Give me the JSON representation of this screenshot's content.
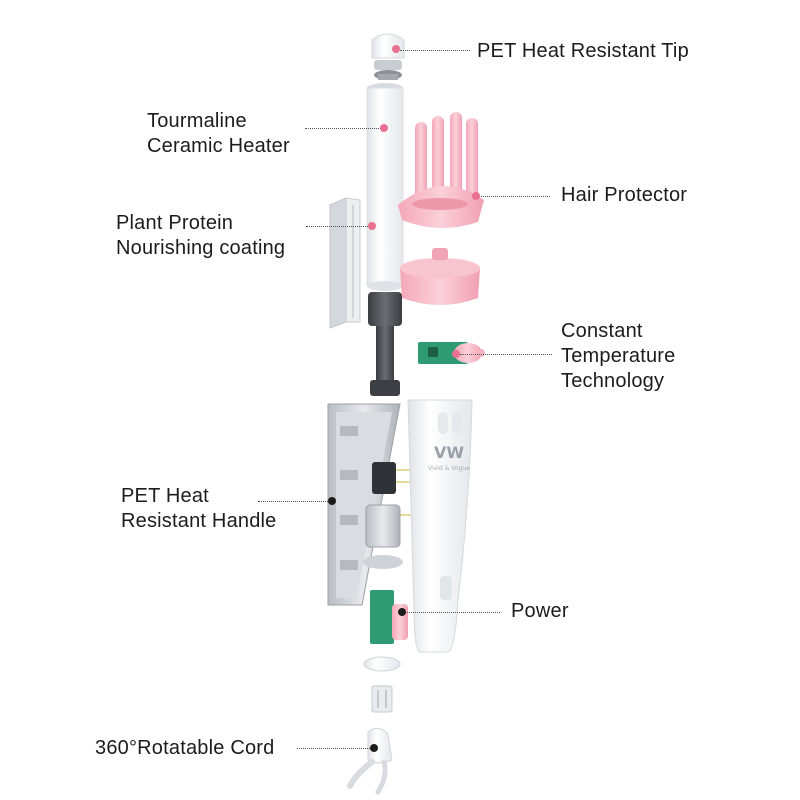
{
  "colors": {
    "accent_pink": "#e8718f",
    "lead_dot": "#1c1c1c",
    "body_white": "#f7f8fa",
    "pink_part": "#f6b3c2",
    "pcb_green": "#2e9b74",
    "dark_gray": "#4a4d52"
  },
  "labels": {
    "pet_tip": "PET Heat Resistant Tip",
    "tourmaline": "Tourmaline\nCeramic Heater",
    "hair_protector": "Hair Protector",
    "plant_protein": "Plant Protein\nNourishing coating",
    "constant_temp": "Constant\nTemperature\nTechnology",
    "pet_handle": "PET Heat\nResistant Handle",
    "power": "Power",
    "cord": "360°Rotatable Cord"
  },
  "logo": {
    "mark": "VW",
    "brand": "Vivid & Vogue"
  }
}
